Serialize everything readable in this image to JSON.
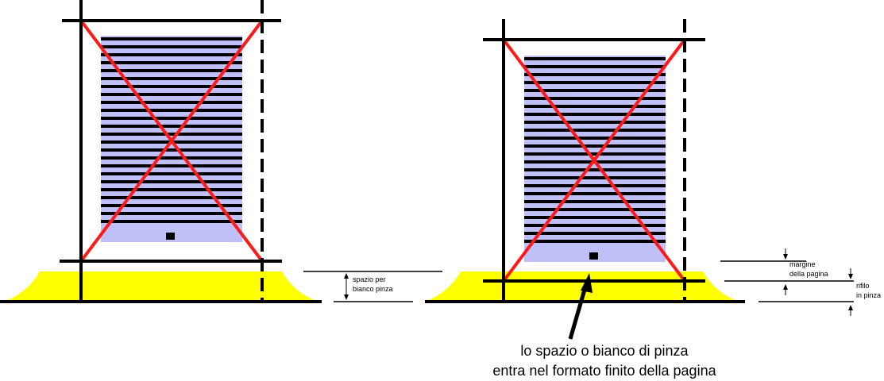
{
  "colors": {
    "yellow": "#ffff00",
    "lavender": "#c0c0f8",
    "red": "#ff1a1a",
    "black": "#000000"
  },
  "left": {
    "label_line1": "spazio per",
    "label_line2": "bianco pinza"
  },
  "right": {
    "margin_line1": "margine",
    "margin_line2": "della pagina",
    "trim_line1": "rifilo",
    "trim_line2": "in pinza"
  },
  "caption": {
    "line1": "lo spazio o bianco di pinza",
    "line2": "entra nel formato finito della pagina"
  }
}
